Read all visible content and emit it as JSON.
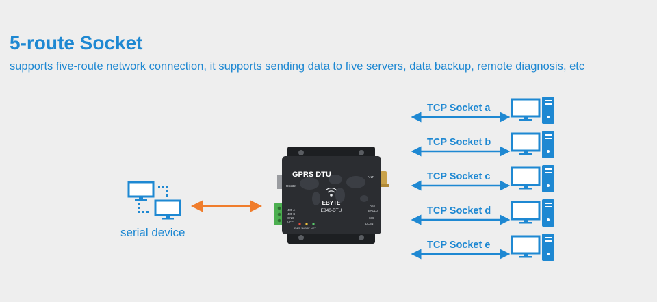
{
  "header": {
    "title": "5-route Socket",
    "subtitle": "supports five-route network connection, it supports sending data to five servers, data backup, remote diagnosis, etc"
  },
  "serial_device": {
    "label": "serial device"
  },
  "device": {
    "name": "GPRS DTU",
    "brand": "EBYTE",
    "model": "E840-DTU",
    "labels": {
      "rs232": "RS232",
      "ant": "ANT",
      "rst": "RST",
      "bauld": "BAULD",
      "sig": "SIG",
      "pin_485a": "485-A",
      "pin_485b": "485-B",
      "pin_gnd": "GND",
      "pin_vcc": "VCC",
      "pwr_work_net": "PWR  WORK  NET",
      "dc_in": "DC IN"
    }
  },
  "sockets": [
    {
      "label": "TCP Socket a"
    },
    {
      "label": "TCP Socket b"
    },
    {
      "label": "TCP Socket c"
    },
    {
      "label": "TCP Socket d"
    },
    {
      "label": "TCP Socket e"
    }
  ],
  "colors": {
    "blue": "#1e88d2",
    "orange": "#f07d2c",
    "device_body": "#2b2d31"
  }
}
